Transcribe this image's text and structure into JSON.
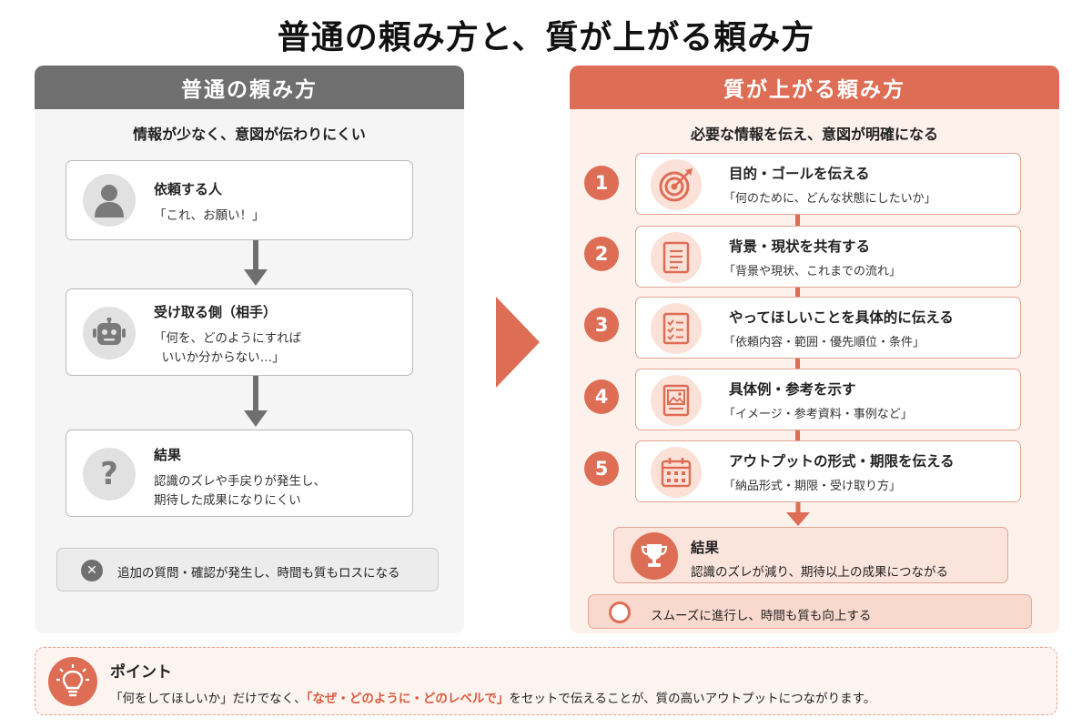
{
  "title": "普通の頼み方と、質が上がる頼み方",
  "left": {
    "header": "普通の頼み方",
    "subtitle": "情報が少なく、意図が伝わりにくい",
    "cards": [
      {
        "title": "依頼する人",
        "text": "「これ、お願い！」",
        "icon": "person-icon"
      },
      {
        "title": "受け取る側（相手）",
        "text": "「何を、どのようにすれば\n  いいか分からない…」",
        "icon": "robot-icon"
      },
      {
        "title": "結果",
        "text": "認識のズレや手戻りが発生し、\n期待した成果になりにくい",
        "icon": "question-icon"
      }
    ],
    "outcome": "追加の質問・確認が発生し、時間も質もロスになる"
  },
  "right": {
    "header": "質が上がる頼み方",
    "subtitle": "必要な情報を伝え、意図が明確になる",
    "steps": [
      {
        "num": "1",
        "title": "目的・ゴールを伝える",
        "text": "「何のために、どんな状態にしたいか」",
        "icon": "target-icon"
      },
      {
        "num": "2",
        "title": "背景・現状を共有する",
        "text": "「背景や現状、これまでの流れ」",
        "icon": "document-icon"
      },
      {
        "num": "3",
        "title": "やってほしいことを具体的に伝える",
        "text": "「依頼内容・範囲・優先順位・条件」",
        "icon": "checklist-icon"
      },
      {
        "num": "4",
        "title": "具体例・参考を示す",
        "text": "「イメージ・参考資料・事例など」",
        "icon": "image-icon"
      },
      {
        "num": "5",
        "title": "アウトプットの形式・期限を伝える",
        "text": "「納品形式・期限・受け取り方」",
        "icon": "calendar-icon"
      }
    ],
    "result": {
      "title": "結果",
      "text": "認識のズレが減り、期待以上の成果につながる",
      "icon": "trophy-icon"
    },
    "outcome": "スムーズに進行し、時間も質も向上する"
  },
  "point": {
    "title": "ポイント",
    "text_before": "「何をしてほしいか」だけでなく、",
    "highlight": "「なぜ・どのように・どのレベルで」",
    "text_after": "をセットで伝えることが、質の高いアウトプットにつながります。",
    "icon": "lightbulb-icon"
  },
  "colors": {
    "accent": "#dd6e55",
    "gray_header": "#6f6f6f",
    "left_bg": "#f5f5f5",
    "right_bg": "#fdf1ec"
  }
}
